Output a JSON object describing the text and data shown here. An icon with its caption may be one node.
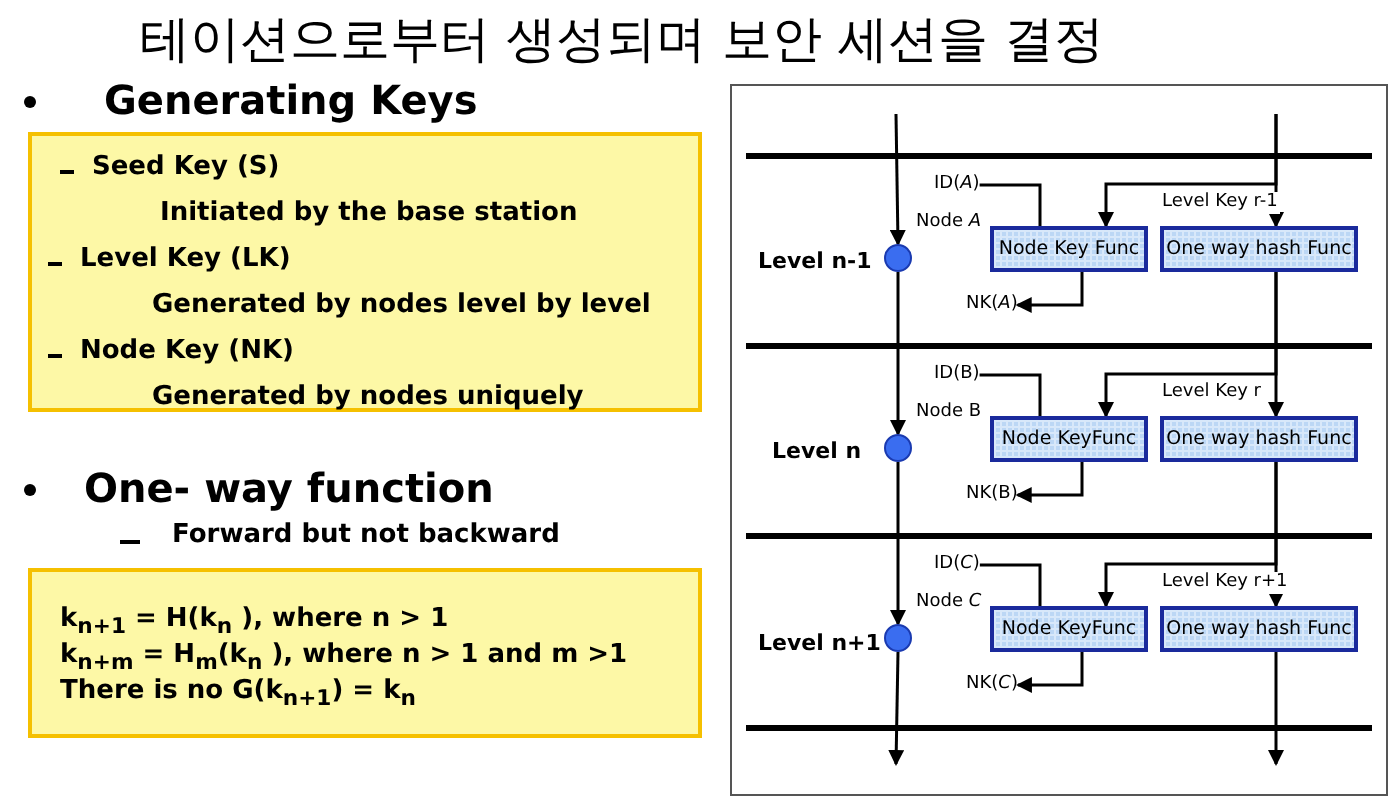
{
  "diagram": {
    "title": "테이션으로부터 생성되며 보안 세션을 결정",
    "nodes": [
      {
        "text": [
          "Seed Key (S)",
          "Initiated by the base station",
          "Level Key (LK)",
          "Generated by nodes level by level",
          "Node Key (NK)",
          "Generated by nodes uniquely"
        ]
      },
      {
        "text": [
          "k$_{n+1}$ = H(k$_{n}$ ), where n > 1",
          "k$_{n+m}$ = H$_{m}$(k$_{n}$ ), where n > 1 and m >1",
          "There is no G(k$_{n+1}$) = k$_{n}$"
        ]
      },
      {
        "text": [],
        "shape": "box"
      },
      {
        "text": [
          "ID(*A*)"
        ],
        "in": 2
      },
      {
        "text": [],
        "shape": "circle",
        "beside": [
          "Node *A*"
        ],
        "in": 2
      },
      {
        "text": [
          "Node Key Func"
        ],
        "in": 2
      },
      {
        "text": [
          "One way hash Func"
        ],
        "in": 2
      },
      {
        "text": [
          "NK(*A*)"
        ],
        "in": 2
      },
      {
        "text": [
          "ID(B)"
        ],
        "in": 2
      },
      {
        "text": [],
        "shape": "circle",
        "beside": [
          "Node B"
        ],
        "in": 2
      },
      {
        "text": [
          "Node KeyFunc"
        ],
        "in": 2
      },
      {
        "text": [
          "One way hash Func"
        ],
        "in": 2
      },
      {
        "text": [
          "NK(B)"
        ],
        "in": 2
      },
      {
        "text": [
          "ID(*C*)"
        ],
        "in": 2
      },
      {
        "text": [],
        "shape": "circle",
        "beside": [
          "Node *C*"
        ],
        "in": 2
      },
      {
        "text": [
          "Node KeyFunc"
        ],
        "in": 2
      },
      {
        "text": [
          "One way hash Func"
        ],
        "in": 2
      },
      {
        "text": [
          "NK(*C*)"
        ],
        "in": 2
      }
    ],
    "edges": [
      {
        "from": null,
        "to": 6,
        "arrow": "to"
      },
      {
        "from": null,
        "to": 5,
        "arrow": "to",
        "label": "Level Key r-1"
      },
      {
        "from": 3,
        "to": 5,
        "arrow": "none"
      },
      {
        "from": 5,
        "to": 7,
        "arrow": "to"
      },
      {
        "from": null,
        "to": 4,
        "arrow": "to"
      },
      {
        "from": 4,
        "to": 9,
        "arrow": "to"
      },
      {
        "from": 6,
        "to": 11,
        "arrow": "to"
      },
      {
        "from": 6,
        "to": 10,
        "arrow": "to",
        "label": "Level Key r"
      },
      {
        "from": 8,
        "to": 10,
        "arrow": "none"
      },
      {
        "from": 10,
        "to": 12,
        "arrow": "to"
      },
      {
        "from": 9,
        "to": 14,
        "arrow": "to"
      },
      {
        "from": 11,
        "to": 16,
        "arrow": "to"
      },
      {
        "from": 11,
        "to": 15,
        "arrow": "to",
        "label": "Level Key r+1"
      },
      {
        "from": 13,
        "to": 15,
        "arrow": "none"
      },
      {
        "from": 15,
        "to": 17,
        "arrow": "to"
      },
      {
        "from": 14,
        "to": null,
        "arrow": "to"
      },
      {
        "from": 16,
        "to": null,
        "arrow": "to"
      }
    ],
    "labels": [
      "Generating Keys",
      "One- way function",
      "Forward but not backward",
      "Level n-1",
      "Level n",
      "Level n+1"
    ]
  }
}
